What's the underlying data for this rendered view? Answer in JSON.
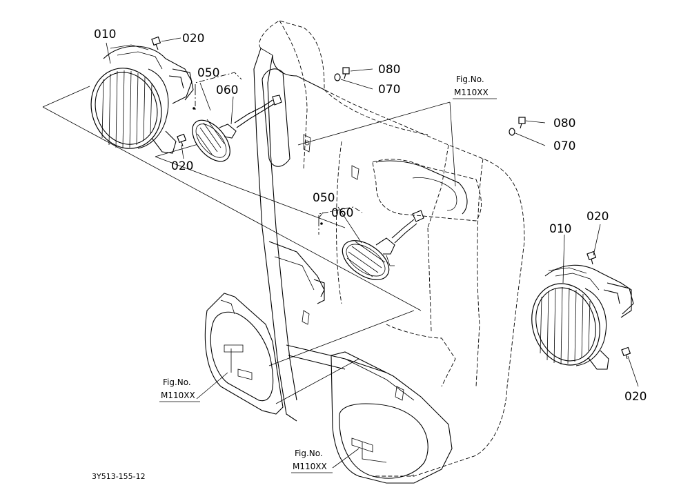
{
  "diagram": {
    "drawing_code": "3Y513-155-12",
    "callouts": {
      "lamp_left": "010",
      "lamp_right": "010",
      "bolt_top_left": "020",
      "bolt_bottom_left": "020",
      "bolt_top_right": "020",
      "bolt_bottom_right": "020",
      "bulb_set_upper": "050",
      "bulb_upper": "060",
      "bulb_set_lower": "050",
      "bulb_lower": "060",
      "screw_upper": "080",
      "washer_upper": "070",
      "screw_right": "080",
      "washer_right": "070"
    },
    "fig_refs": [
      {
        "title": "Fig.No.",
        "number": "M110XX"
      },
      {
        "title": "Fig.No.",
        "number": "M110XX"
      },
      {
        "title": "Fig.No.",
        "number": "M110XX"
      }
    ]
  }
}
